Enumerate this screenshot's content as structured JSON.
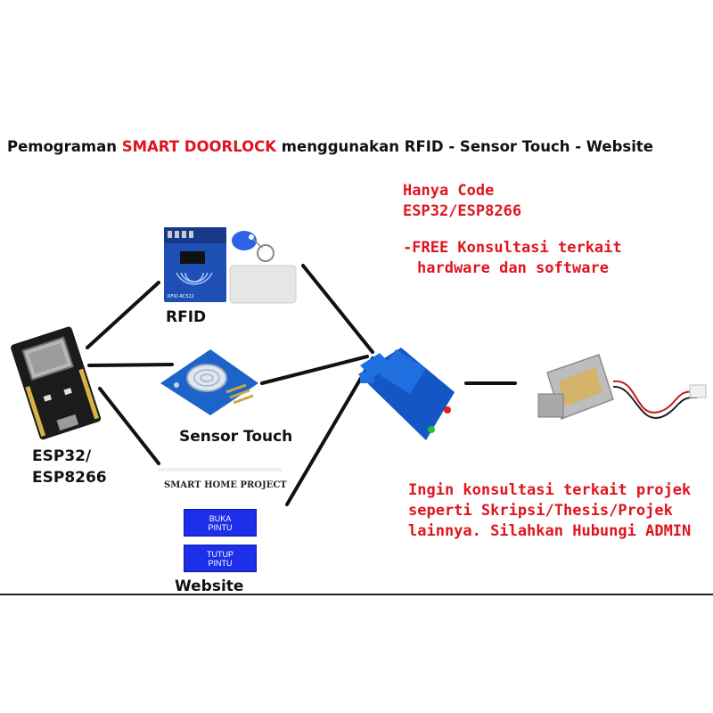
{
  "title": {
    "prefix": "Pemograman ",
    "highlight": "SMART DOORLOCK",
    "suffix": " menggunakan RFID - Sensor Touch - Website"
  },
  "notes": {
    "code_line1": "Hanya Code",
    "code_line2": "ESP32/ESP8266",
    "free_line1": "-FREE Konsultasi terkait",
    "free_line2": "hardware dan software",
    "consult_line1": "Ingin konsultasi terkait projek",
    "consult_line2": "seperti Skripsi/Thesis/Projek",
    "consult_line3": "lainnya. Silahkan Hubungi ADMIN"
  },
  "labels": {
    "esp_line1": "ESP32/",
    "esp_line2": "ESP8266",
    "rfid": "RFID",
    "sensor_touch": "Sensor Touch",
    "website": "Website",
    "rfid_board_text": "RFID-RC522"
  },
  "website_panel": {
    "title": "SMART HOME PROJECT",
    "open_button": "BUKA PINTU",
    "close_button": "TUTUP PINTU"
  },
  "colors": {
    "accent_red": "#e0141e",
    "button_blue": "#1d2fe8",
    "board_blue": "#1e63c8",
    "relay_blue": "#1456c4"
  }
}
